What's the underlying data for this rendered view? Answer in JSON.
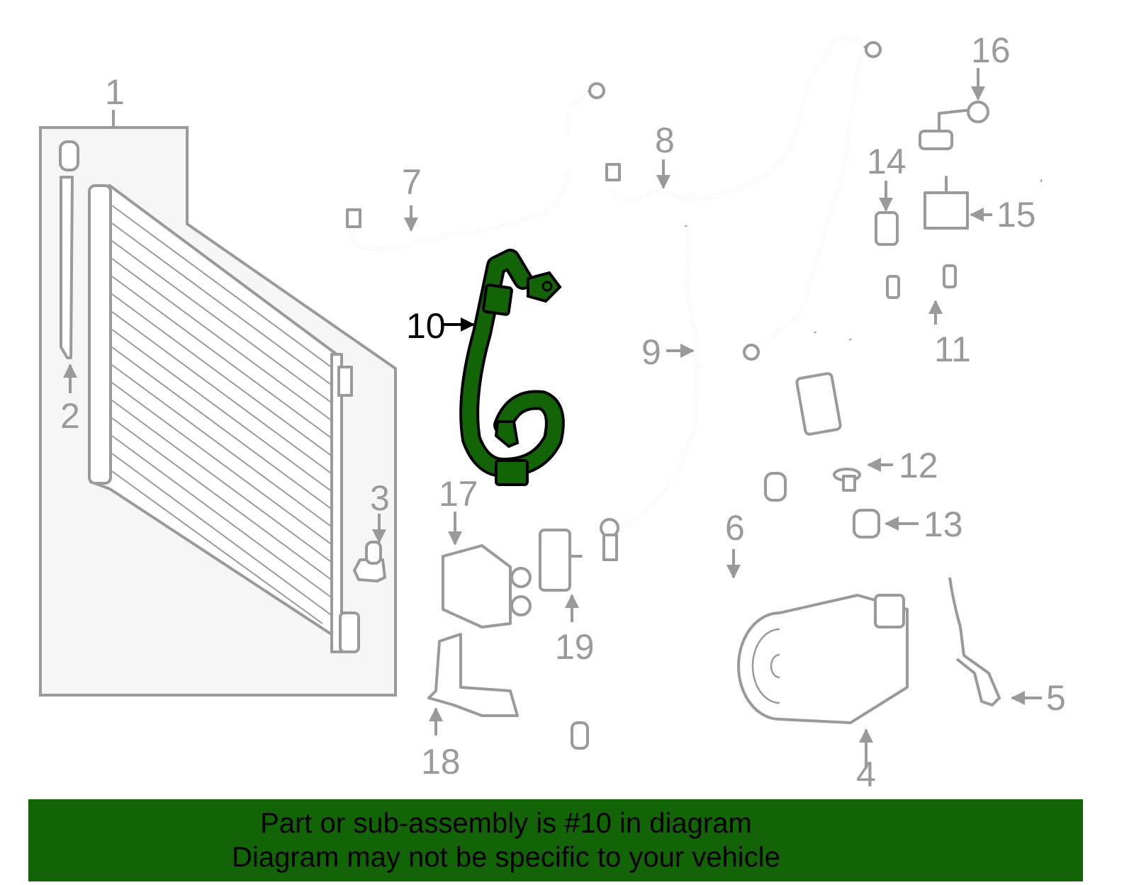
{
  "diagram": {
    "highlight_color": "#136307",
    "line_color": "#9a9a9a",
    "highlighted_part": "10",
    "callouts": [
      {
        "id": "1",
        "label": "1"
      },
      {
        "id": "2",
        "label": "2"
      },
      {
        "id": "3",
        "label": "3"
      },
      {
        "id": "4",
        "label": "4"
      },
      {
        "id": "5",
        "label": "5"
      },
      {
        "id": "6",
        "label": "6"
      },
      {
        "id": "7",
        "label": "7"
      },
      {
        "id": "8",
        "label": "8"
      },
      {
        "id": "9",
        "label": "9"
      },
      {
        "id": "10",
        "label": "10"
      },
      {
        "id": "11",
        "label": "11"
      },
      {
        "id": "12",
        "label": "12"
      },
      {
        "id": "13",
        "label": "13"
      },
      {
        "id": "14",
        "label": "14"
      },
      {
        "id": "15",
        "label": "15"
      },
      {
        "id": "16",
        "label": "16"
      },
      {
        "id": "17",
        "label": "17"
      },
      {
        "id": "18",
        "label": "18"
      },
      {
        "id": "19",
        "label": "19"
      }
    ]
  },
  "banner": {
    "background": "#136307",
    "line1": "Part or sub-assembly is #10 in diagram",
    "line2": "Diagram may not be specific to your vehicle"
  }
}
